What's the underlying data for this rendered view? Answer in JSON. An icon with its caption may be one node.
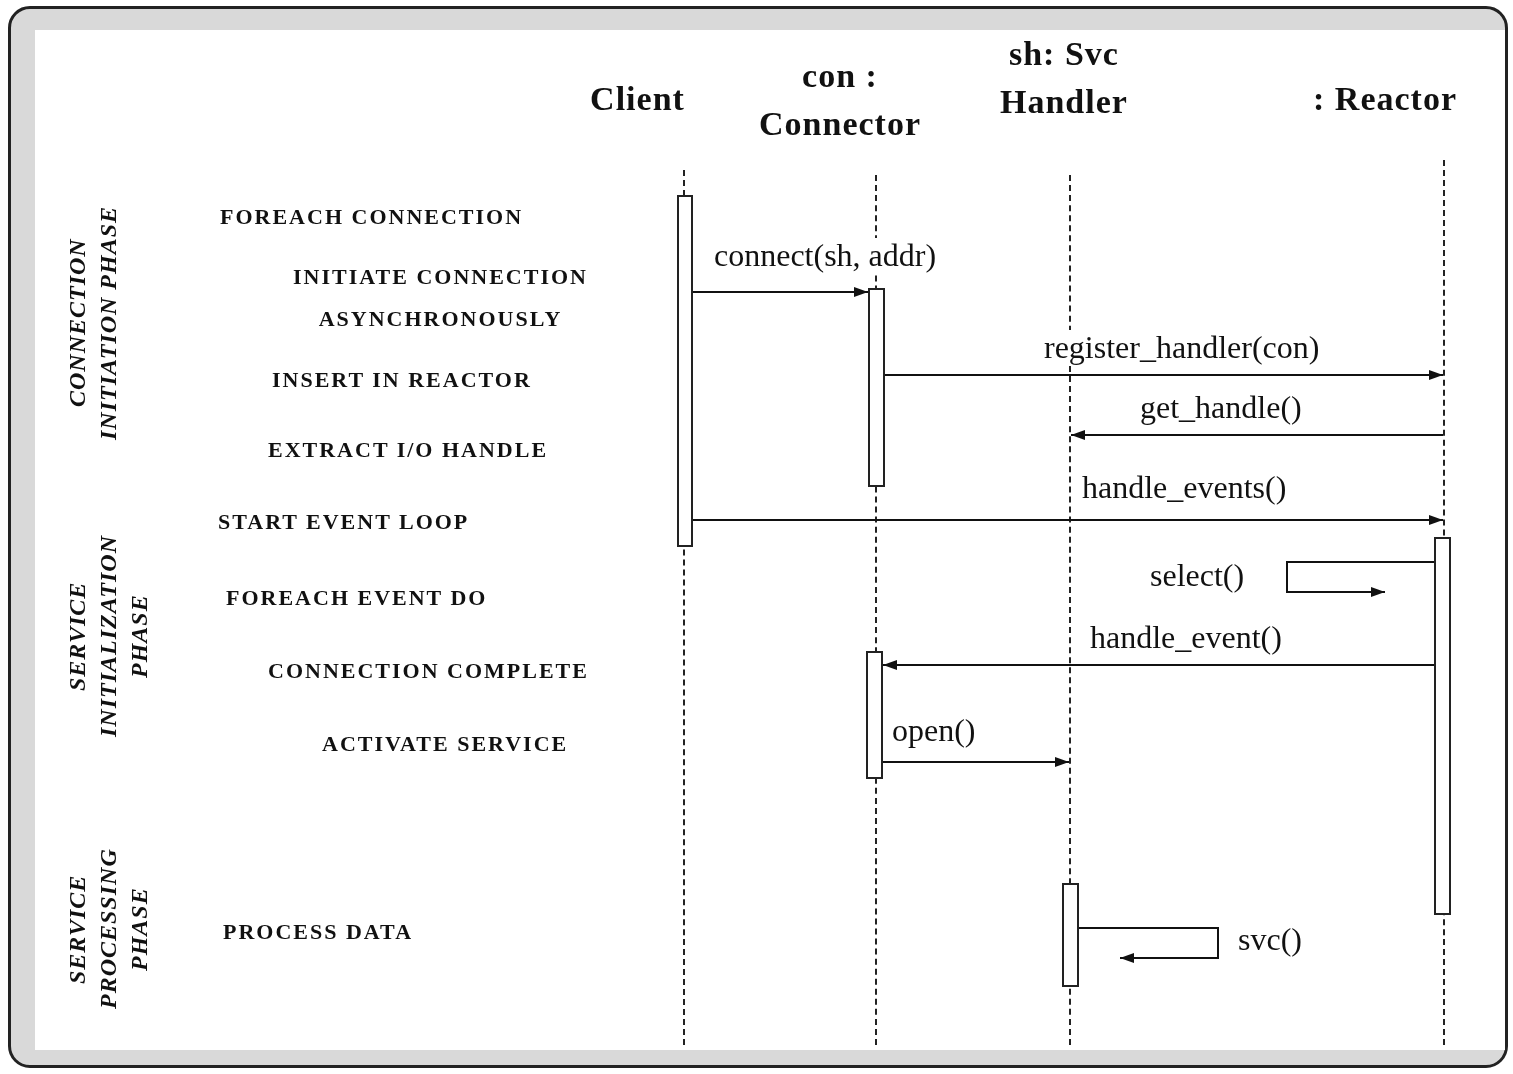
{
  "diagram": {
    "nodes": [
      {
        "text": [
          "Client"
        ]
      },
      {
        "text": [
          "con : Connector"
        ]
      },
      {
        "text": [
          "sh: Svc Handler"
        ]
      },
      {
        "text": [
          ": Reactor"
        ]
      },
      {
        "text": [],
        "shape": "line"
      },
      {
        "text": [],
        "shape": "line"
      },
      {
        "text": [],
        "shape": "line"
      },
      {
        "text": [],
        "shape": "line"
      },
      {
        "text": [],
        "shape": "bar"
      },
      {
        "text": [],
        "shape": "bar"
      },
      {
        "text": [],
        "shape": "bar"
      },
      {
        "text": [],
        "shape": "bar"
      },
      {
        "text": [],
        "shape": "bar"
      }
    ],
    "edges": [
      {
        "from": 8,
        "to": 9,
        "arrow": "to",
        "label": "connect(sh, addr)"
      },
      {
        "from": 9,
        "to": 7,
        "arrow": "to",
        "label": "register_handler(con)"
      },
      {
        "from": 7,
        "to": 6,
        "arrow": "to",
        "label": "get_handle()"
      },
      {
        "from": 8,
        "to": 7,
        "arrow": "to",
        "label": "handle_events()"
      },
      {
        "from": 10,
        "to": null,
        "arrow": "to",
        "label": "select()"
      },
      {
        "from": 10,
        "to": 11,
        "arrow": "to",
        "label": "handle_event()"
      },
      {
        "from": 11,
        "to": 6,
        "arrow": "to",
        "label": "open()"
      },
      {
        "from": 12,
        "to": null,
        "arrow": "to",
        "label": "svc()"
      }
    ],
    "labels": [
      "CONNECTION INITIATION PHASE",
      "FOREACH CONNECTION",
      "INITIATE CONNECTION ASYNCHRONOUSLY",
      "INSERT IN REACTOR",
      "EXTRACT I/O HANDLE",
      "SERVICE INITIALIZATION PHASE",
      "START EVENT LOOP",
      "FOREACH EVENT DO",
      "CONNECTION COMPLETE",
      "ACTIVATE SERVICE",
      "SERVICE PROCESSING PHASE",
      "PROCESS DATA"
    ]
  }
}
